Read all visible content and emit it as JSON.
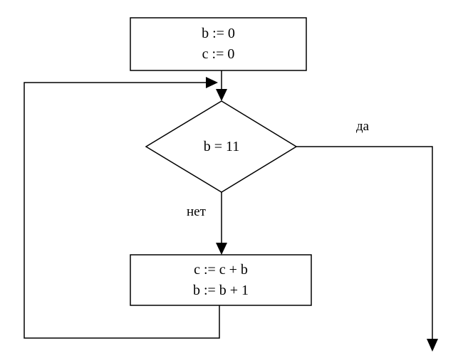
{
  "flowchart": {
    "init_block": {
      "lines": [
        "b := 0",
        "c := 0"
      ]
    },
    "condition": {
      "text": "b = 11",
      "yes_label": "да",
      "no_label": "нет"
    },
    "loop_body": {
      "lines": [
        "c := c + b",
        "b := b + 1"
      ]
    }
  },
  "colors": {
    "stroke": "#000000",
    "background": "#ffffff"
  }
}
